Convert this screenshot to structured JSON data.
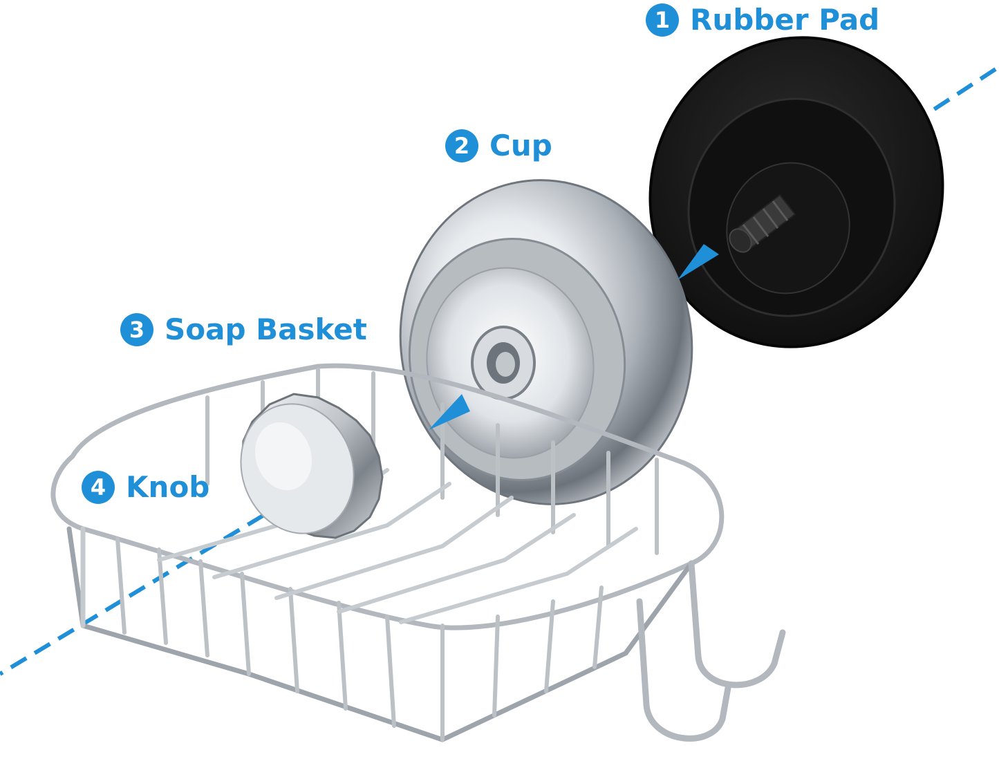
{
  "parts": [
    {
      "number": "1",
      "name": "Rubber Pad"
    },
    {
      "number": "2",
      "name": "Cup"
    },
    {
      "number": "3",
      "name": "Soap Basket"
    },
    {
      "number": "4",
      "name": "Knob"
    }
  ],
  "colors": {
    "accent": "#1f8fd8",
    "rubber": "#1a1a1a",
    "chrome_light": "#f4f6f8",
    "chrome_dark": "#8a9098",
    "wire": "#b9bec4"
  },
  "icons": [
    "number-badge-icon",
    "assembly-arrow-icon"
  ]
}
